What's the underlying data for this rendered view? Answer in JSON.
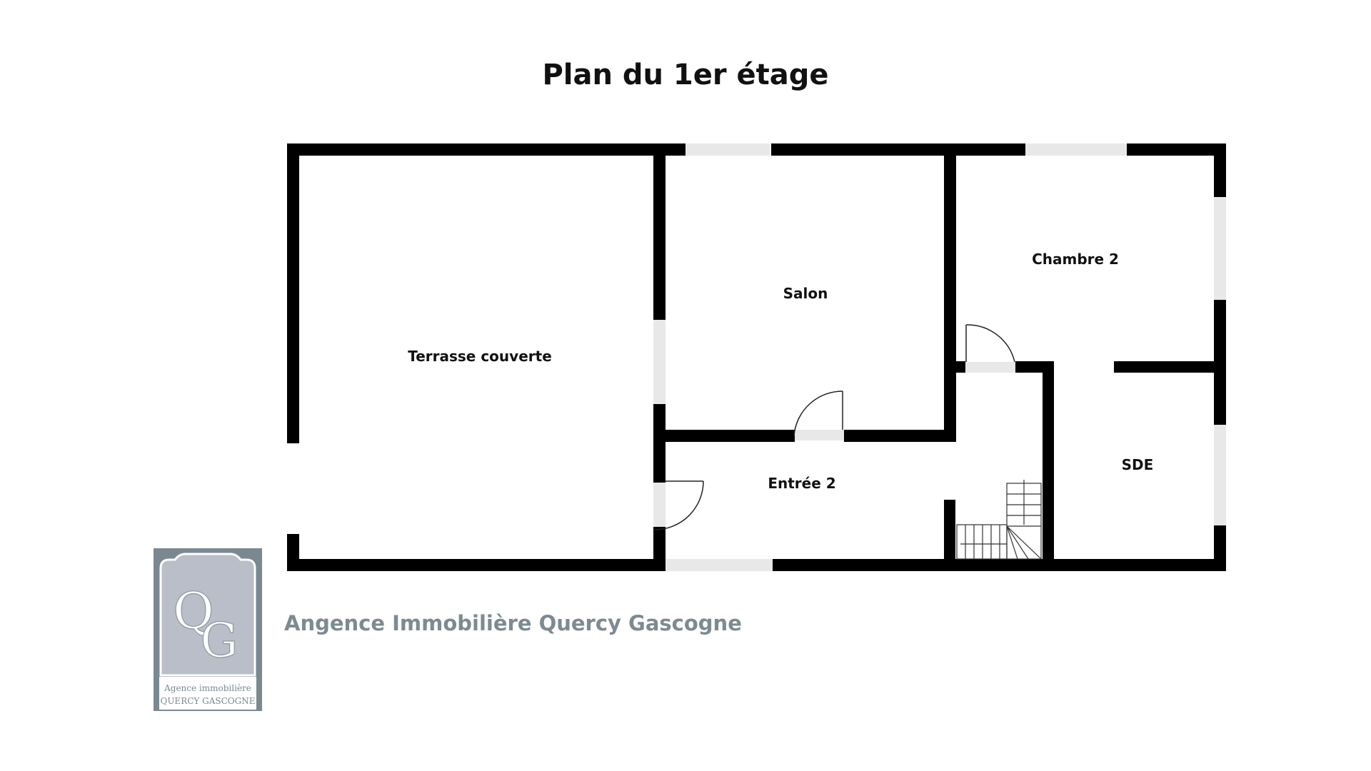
{
  "title": "Plan du 1er étage",
  "rooms": {
    "terrasse": "Terrasse couverte",
    "salon": "Salon",
    "chambre": "Chambre 2",
    "entree": "Entrée 2",
    "sde": "SDE"
  },
  "agency": {
    "name": "Angence Immobilière Quercy Gascogne",
    "logo_initials": "QG",
    "logo_line1": "Agence immobilière",
    "logo_line2": "QUERCY GASCOGNE"
  },
  "colors": {
    "wall": "#000000",
    "window": "#e8e8e8",
    "agency_text": "#7d8a91",
    "logo_bg": "#7a8990"
  }
}
